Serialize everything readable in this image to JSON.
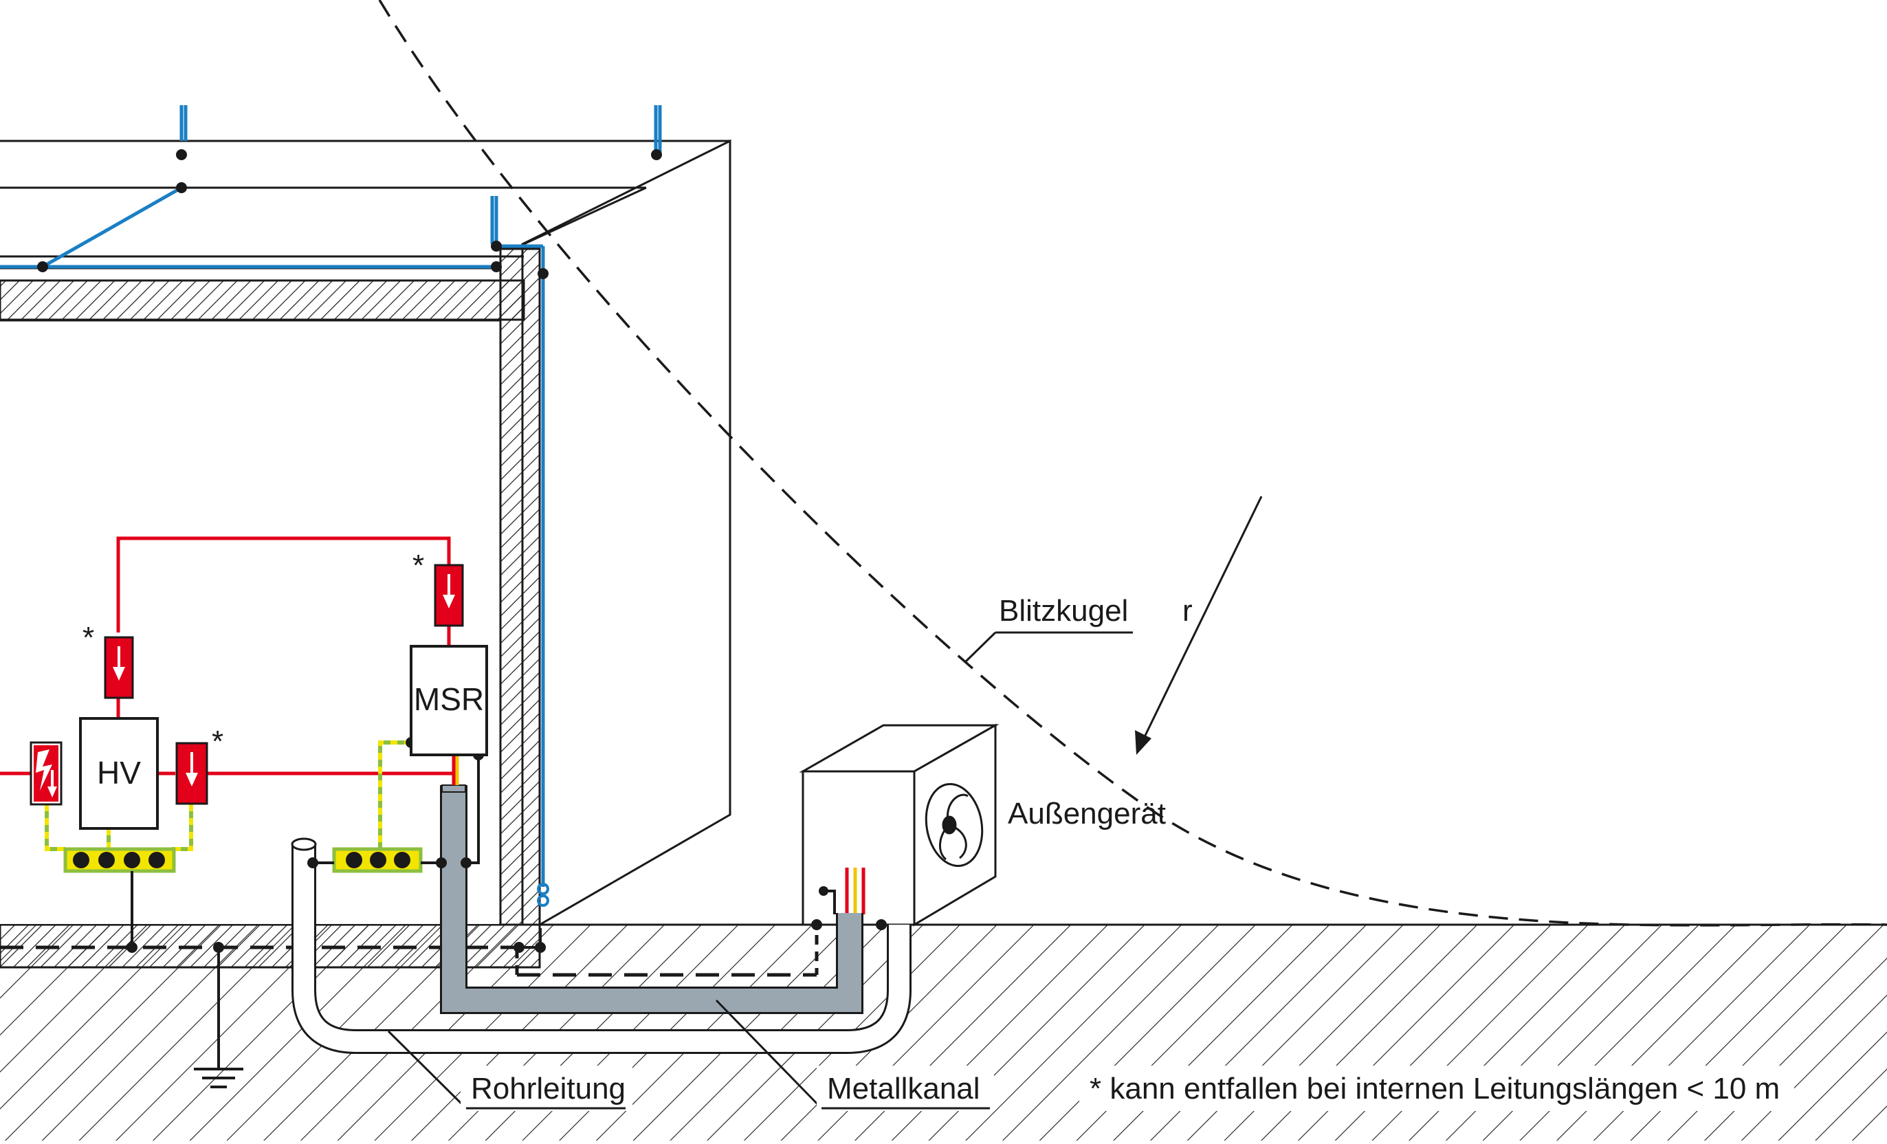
{
  "labels": {
    "hv": "HV",
    "msr": "MSR",
    "blitzkugel": "Blitzkugel",
    "radius": "r",
    "aussengeraet": "Außengerät",
    "rohrleitung": "Rohrleitung",
    "metallkanal": "Metallkanal",
    "footnote": "* kann entfallen bei internen Leitungslängen < 10 m",
    "asterisk": "*"
  },
  "colors": {
    "air_termination": "#1a7fc4",
    "power_line": "#e2001a",
    "earth_conductor": "#8cbf3f",
    "earth_conductor_stripe": "#f2e500",
    "metal_duct": "#9aa7b0",
    "surge_arrester": "#e2001a",
    "outline": "#1a1a1a"
  }
}
